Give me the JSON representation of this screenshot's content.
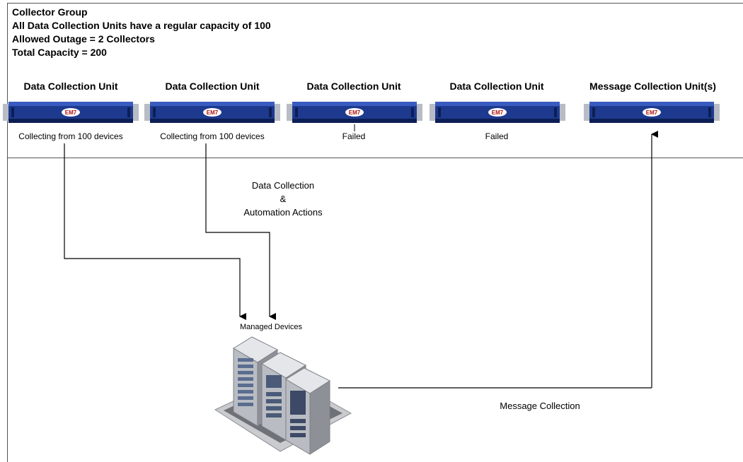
{
  "header": {
    "title": "Collector Group",
    "line1": "All Data Collection Units have a regular capacity of 100",
    "line2": "Allowed Outage = 2 Collectors",
    "line3": "Total Capacity = 200"
  },
  "units": [
    {
      "title": "Data Collection Unit",
      "status": "Collecting from 100 devices",
      "logo": "EM7"
    },
    {
      "title": "Data Collection Unit",
      "status": "Collecting from 100 devices",
      "logo": "EM7"
    },
    {
      "title": "Data Collection Unit",
      "status": "Failed",
      "logo": "EM7"
    },
    {
      "title": "Data Collection Unit",
      "status": "Failed",
      "logo": "EM7"
    },
    {
      "title": "Message Collection Unit(s)",
      "status": "",
      "logo": "EM7"
    }
  ],
  "labels": {
    "data_collection_1": "Data Collection",
    "data_collection_2": "&",
    "data_collection_3": "Automation Actions",
    "managed_devices": "Managed Devices",
    "message_collection": "Message Collection"
  },
  "colors": {
    "server_blue": "#1d3a8f",
    "server_dark": "#0d1e55",
    "line": "#000000"
  },
  "icons": {
    "appliance": "rack-server-icon",
    "device_cluster": "server-rack-cluster-icon"
  }
}
